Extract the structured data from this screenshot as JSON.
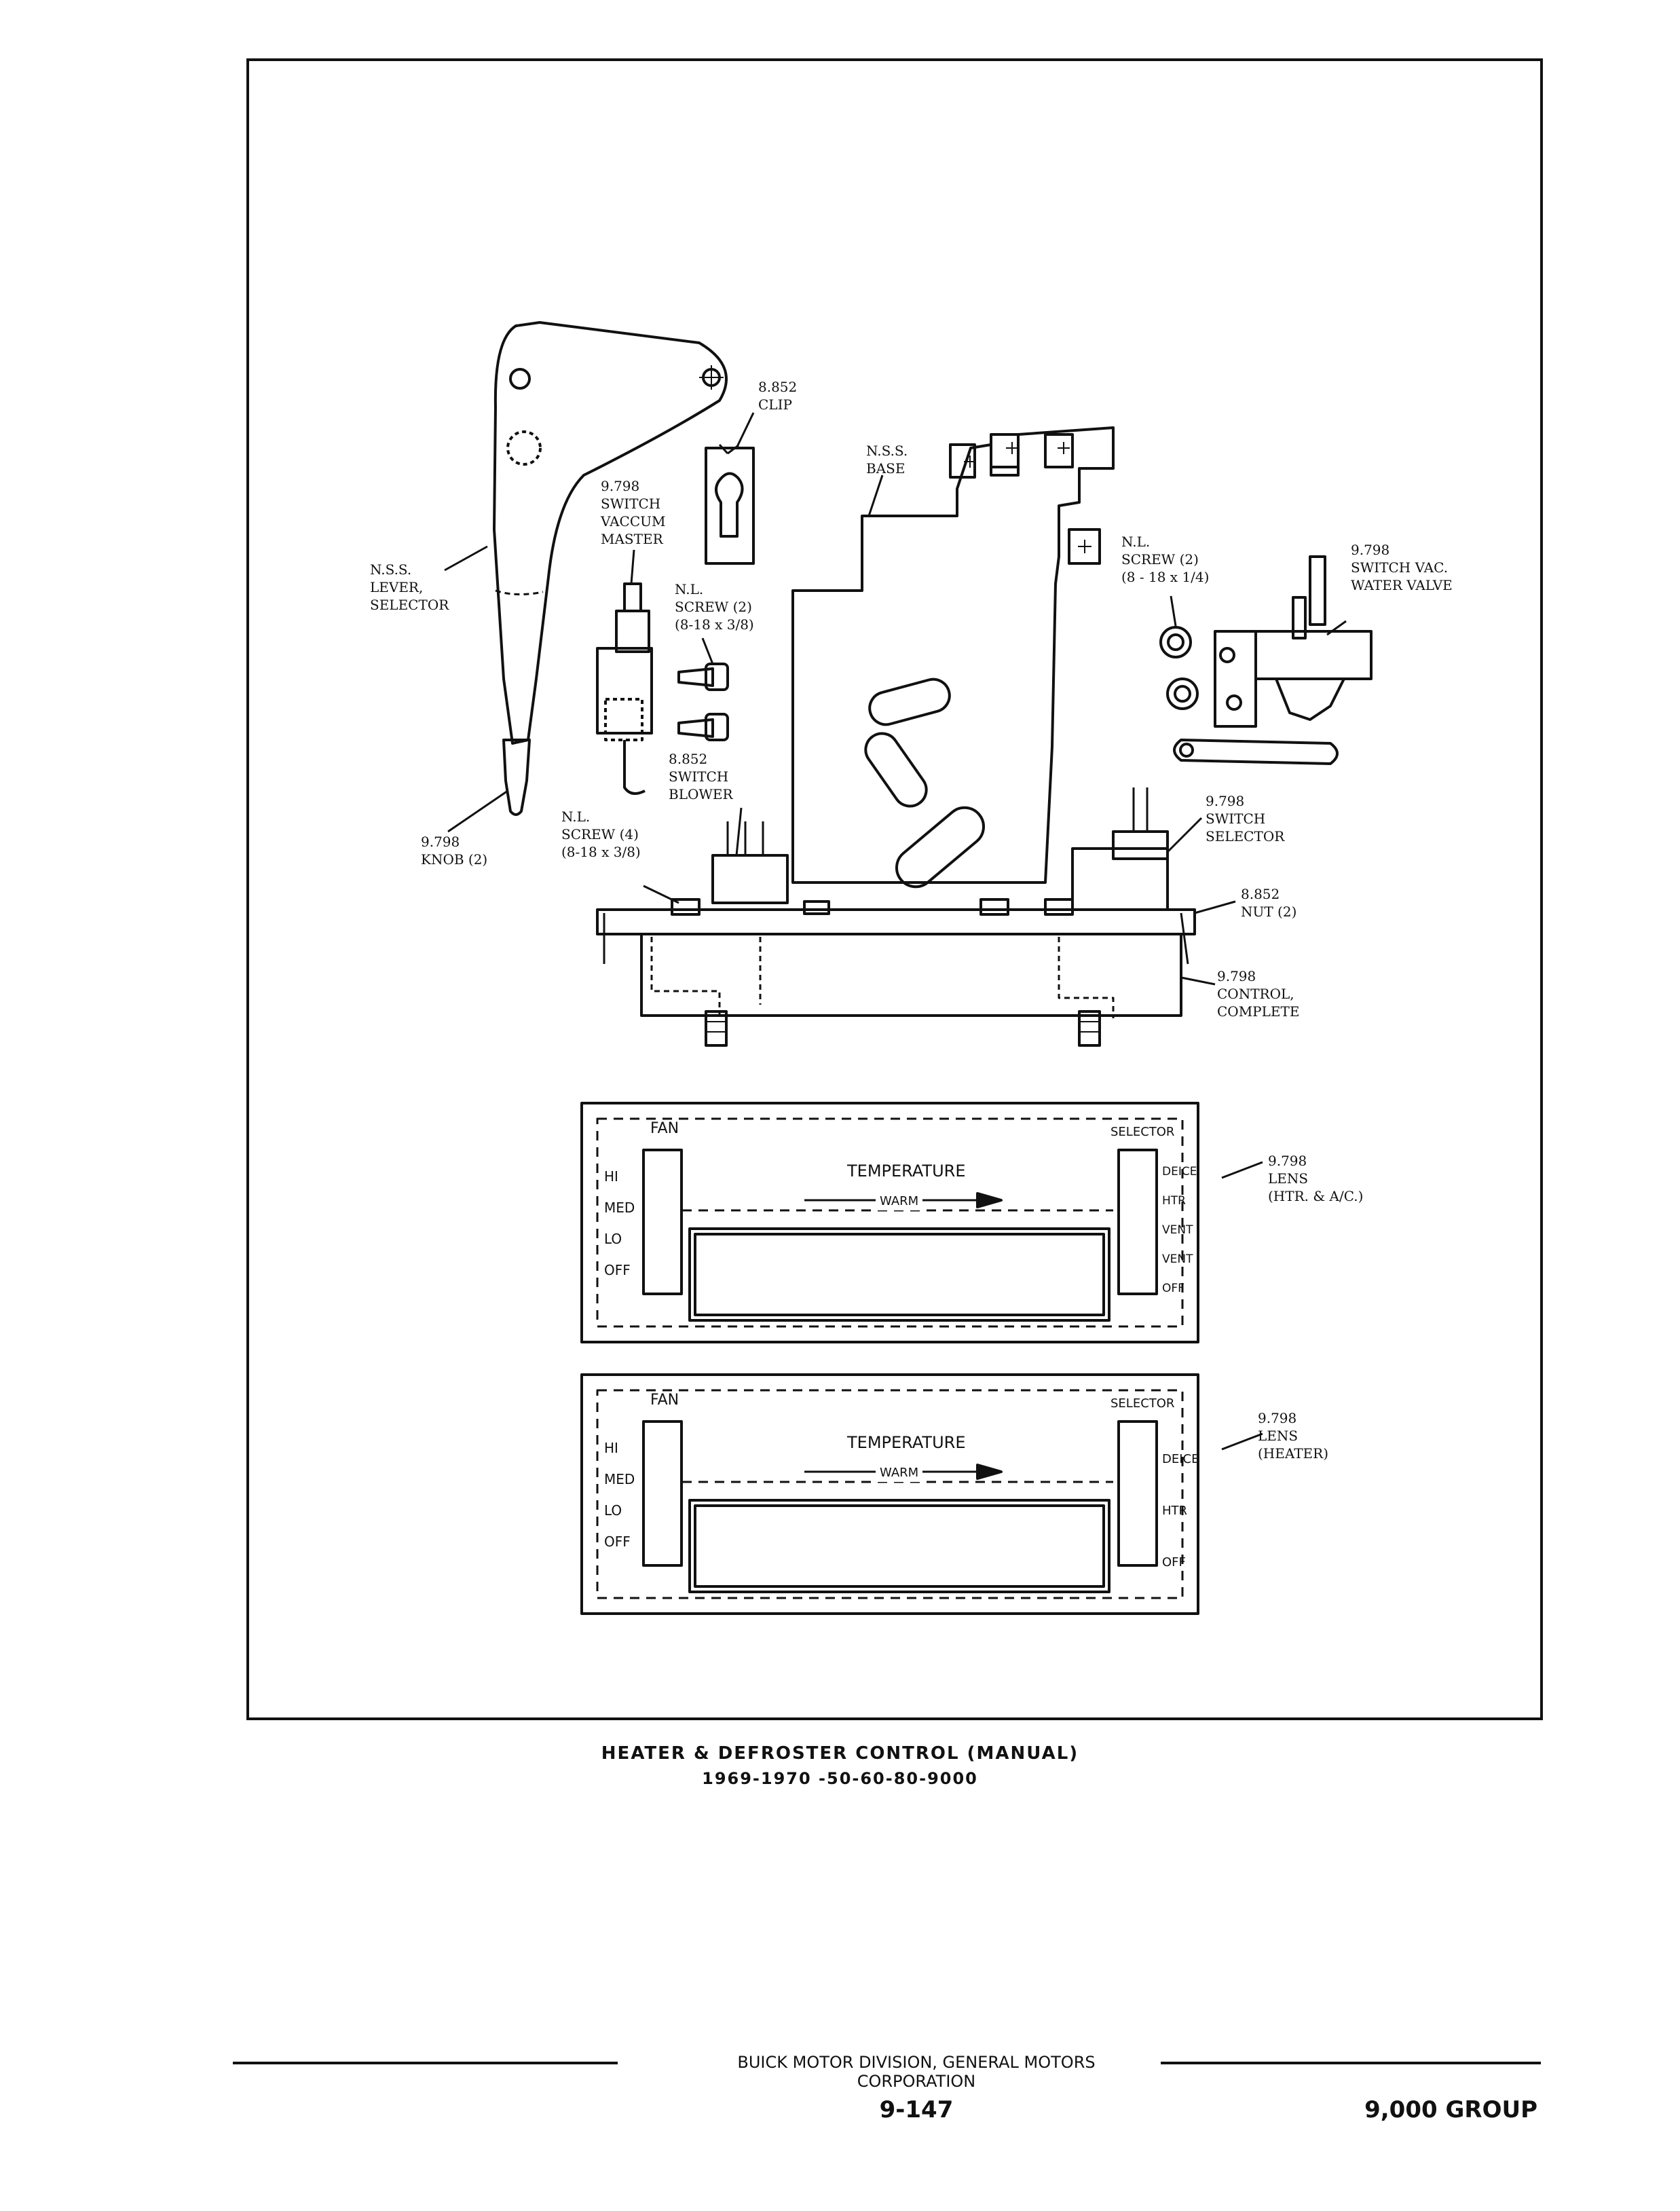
{
  "diagram": {
    "labels": {
      "clip": "8.852\nCLIP",
      "base": "N.S.S.\nBASE",
      "vacuum_master": "9.798\nSWITCH\nVACCUM\nMASTER",
      "lever": "N.S.S.\nLEVER,\nSELECTOR",
      "screw_2_38": "N.L.\nSCREW (2)\n(8-18 x 3/8)",
      "screw_2_14": "N.L.\nSCREW (2)\n(8 - 18 x 1/4)",
      "water_valve": "9.798\nSWITCH VAC.\nWATER VALVE",
      "blower": "8.852\nSWITCH\nBLOWER",
      "knob": "9.798\nKNOB (2)",
      "screw_4": "N.L.\nSCREW (4)\n(8-18 x 3/8)",
      "selector_switch": "9.798\nSWITCH\nSELECTOR",
      "nut": "8.852\nNUT (2)",
      "control": "9.798\nCONTROL,\nCOMPLETE",
      "lens_ac": "9.798\nLENS\n(HTR. & A/C.)",
      "lens_heater": "9.798\nLENS\n(HEATER)"
    },
    "panel_ac": {
      "fan": "FAN",
      "selector": "SELECTOR",
      "temperature": "TEMPERATURE",
      "warm": "WARM",
      "fan_positions": [
        "HI",
        "MED",
        "LO",
        "OFF"
      ],
      "selector_positions": [
        "DEICE",
        "HTR",
        "VENT",
        "VENT",
        "OFF"
      ]
    },
    "panel_heater": {
      "fan": "FAN",
      "selector": "SELECTOR",
      "temperature": "TEMPERATURE",
      "warm": "WARM",
      "fan_positions": [
        "HI",
        "MED",
        "LO",
        "OFF"
      ],
      "selector_positions": [
        "DEICE",
        "HTR",
        "OFF"
      ]
    }
  },
  "caption": {
    "title": "HEATER & DEFROSTER CONTROL (MANUAL)",
    "models": "1969-1970 -50-60-80-9000"
  },
  "footer": {
    "publisher": "BUICK MOTOR DIVISION, GENERAL MOTORS CORPORATION",
    "page": "9-147",
    "group": "9,000 GROUP"
  }
}
